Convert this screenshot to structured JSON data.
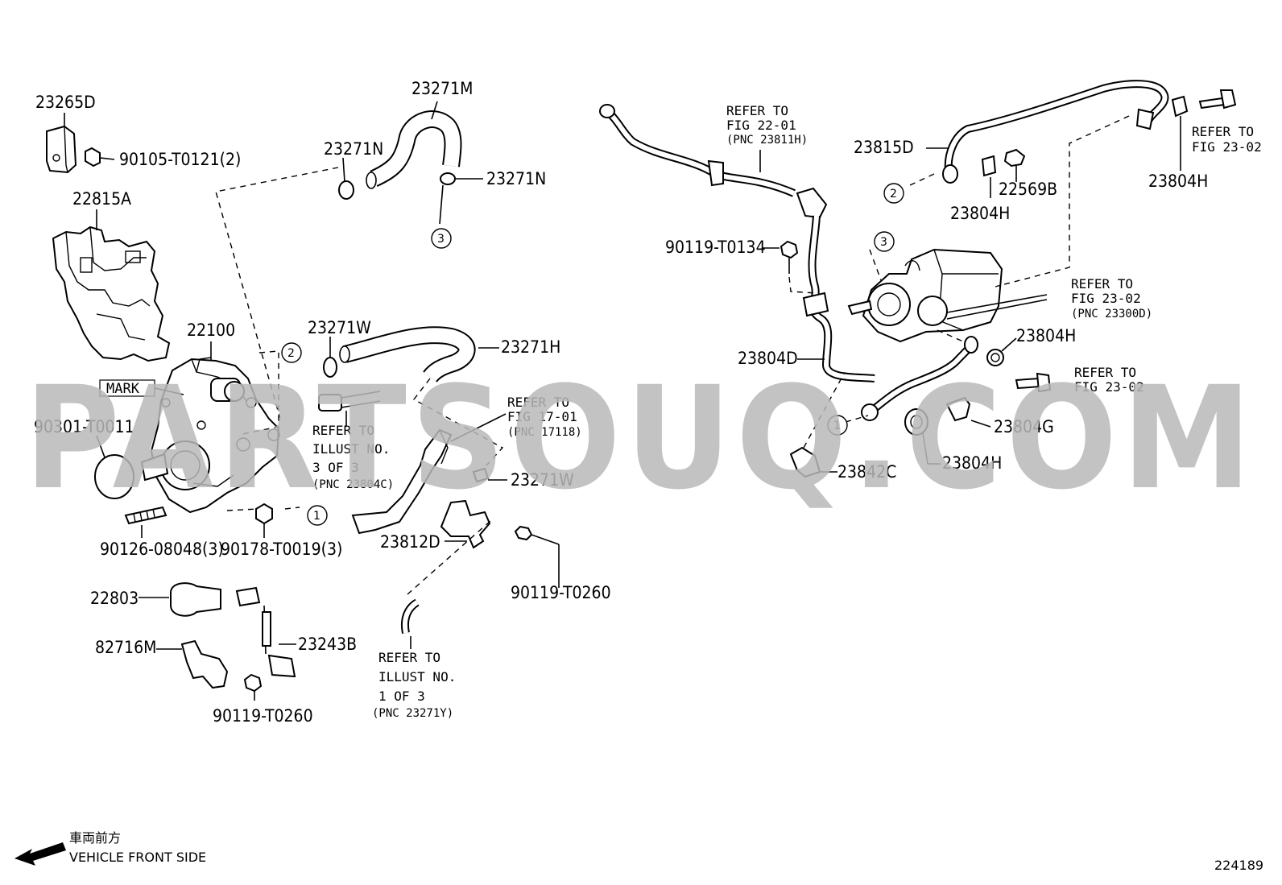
{
  "watermark": "PARTSOUQ.COM",
  "figure_number": "224189",
  "mark_label": "MARK",
  "front_side": {
    "japanese": "車両前方",
    "english": "VEHICLE FRONT SIDE"
  },
  "callouts": [
    "1",
    "2",
    "3"
  ],
  "parts": {
    "p23265D": "23265D",
    "p90105": "90105-T0121(2)",
    "p22815A": "22815A",
    "p23271M": "23271M",
    "p23271N_a": "23271N",
    "p23271N_b": "23271N",
    "p22100": "22100",
    "p23271W_a": "23271W",
    "p23271H": "23271H",
    "p90301": "90301-T0011",
    "p90126": "90126-08048(3)",
    "p90178": "90178-T0019(3)",
    "p23271W_b": "23271W",
    "p23812D": "23812D",
    "p90119_t0260_a": "90119-T0260",
    "p22803": "22803",
    "p82716M": "82716M",
    "p23243B": "23243B",
    "p90119_t0260_b": "90119-T0260",
    "p23815D": "23815D",
    "p22569B": "22569B",
    "p23804H_a": "23804H",
    "p23804H_b": "23804H",
    "p23804H_c": "23804H",
    "p23804H_d": "23804H",
    "p90119_t0134": "90119-T0134",
    "p23804D": "23804D",
    "p23804G": "23804G",
    "p23842C": "23842C"
  },
  "references": {
    "fig2201": [
      "REFER TO",
      "FIG 22-01",
      "(PNC 23811H)"
    ],
    "fig2302_top": [
      "REFER TO",
      "FIG 23-02"
    ],
    "fig2302_mid": [
      "REFER TO",
      "FIG 23-02",
      "(PNC 23300D)"
    ],
    "fig2302_low": [
      "REFER TO",
      "FIG 23-02"
    ],
    "fig1701": [
      "REFER TO",
      "FIG 17-01",
      "(PNC 17118)"
    ],
    "illust3": [
      "REFER TO",
      "ILLUST NO.",
      "3 OF 3",
      "(PNC 23804C)"
    ],
    "illust1": [
      "REFER TO",
      "ILLUST NO.",
      "1 OF 3",
      "(PNC 23271Y)"
    ]
  }
}
